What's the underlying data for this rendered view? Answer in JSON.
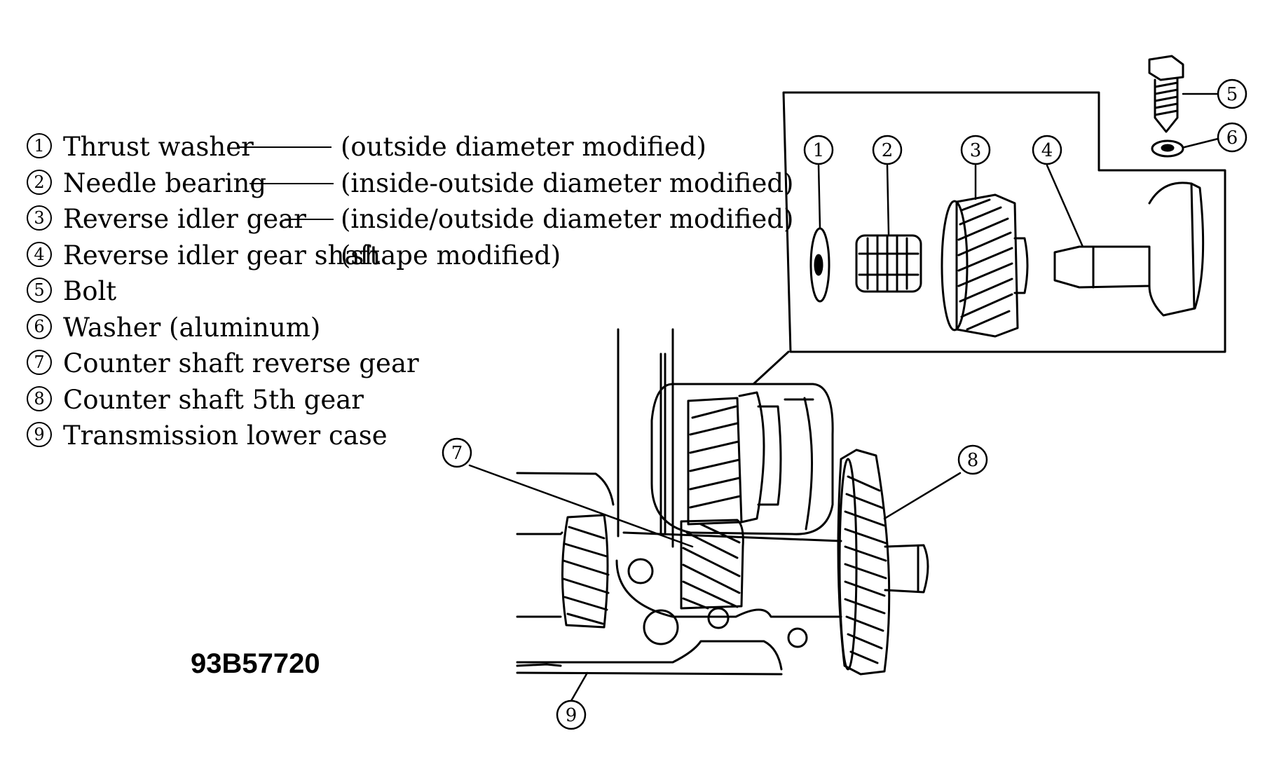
{
  "legend": [
    {
      "num": "1",
      "label": "Thrust washer",
      "note": "(outside diameter modified)"
    },
    {
      "num": "2",
      "label": "Needle bearing",
      "note": "(inside-outside diameter modified)"
    },
    {
      "num": "3",
      "label": "Reverse idler gear",
      "note": "(inside/outside diameter modified)"
    },
    {
      "num": "4",
      "label": "Reverse idler gear shaft",
      "note": "(shape modified)"
    },
    {
      "num": "5",
      "label": "Bolt",
      "note": ""
    },
    {
      "num": "6",
      "label": "Washer (aluminum)",
      "note": ""
    },
    {
      "num": "7",
      "label": "Counter shaft reverse gear",
      "note": ""
    },
    {
      "num": "8",
      "label": "Counter shaft 5th gear",
      "note": ""
    },
    {
      "num": "9",
      "label": "Transmission lower case",
      "note": ""
    }
  ],
  "callouts": [
    "1",
    "2",
    "3",
    "4",
    "5",
    "6",
    "7",
    "8",
    "9"
  ],
  "figure_code": "93B57720"
}
